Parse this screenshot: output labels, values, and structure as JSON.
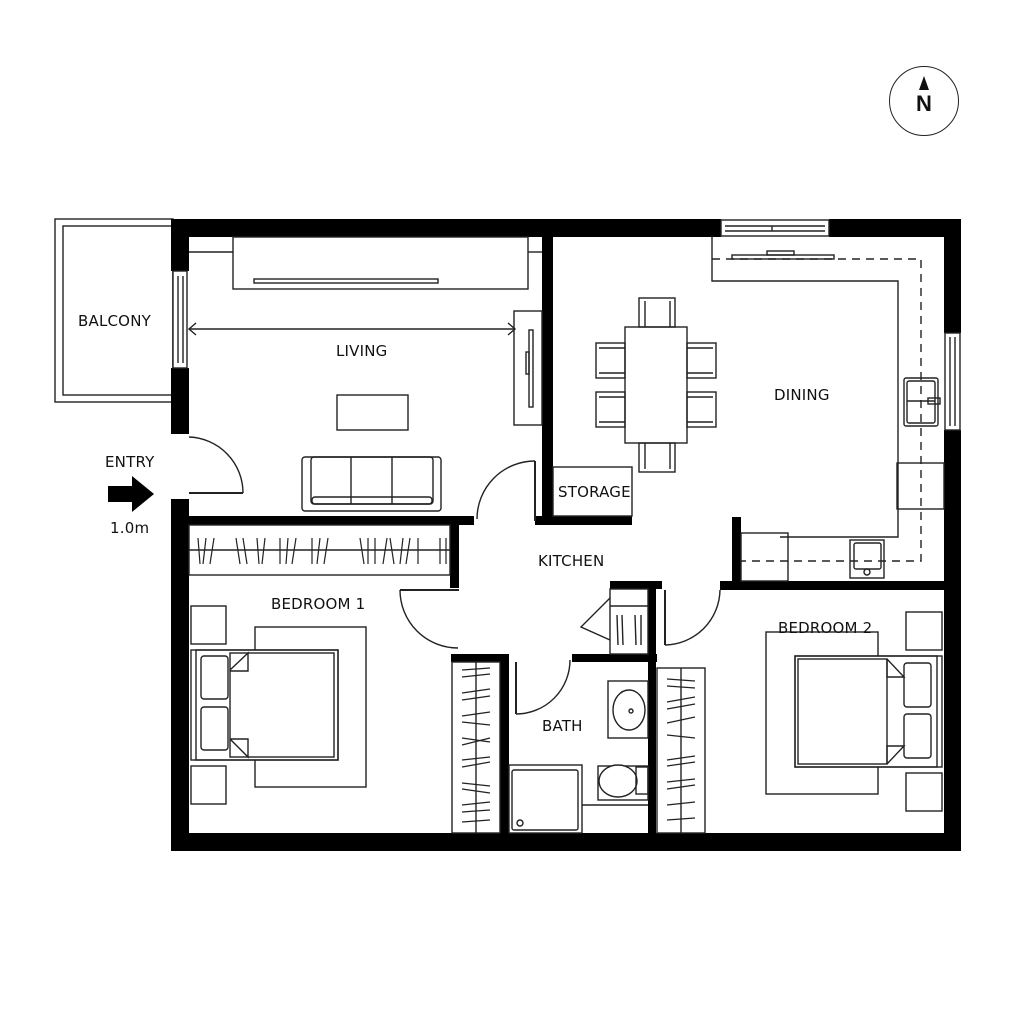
{
  "drawing": {
    "type": "floor-plan",
    "compass": {
      "label": "N",
      "direction": "north-up"
    },
    "entry": {
      "label": "ENTRY",
      "dimension": "1.0m"
    },
    "rooms": [
      {
        "id": "balcony",
        "label": "BALCONY"
      },
      {
        "id": "living",
        "label": "LIVING"
      },
      {
        "id": "dining",
        "label": "DINING"
      },
      {
        "id": "storage",
        "label": "STORAGE"
      },
      {
        "id": "kitchen",
        "label": "KITCHEN"
      },
      {
        "id": "bedroom1",
        "label": "BEDROOM 1"
      },
      {
        "id": "bath",
        "label": "BATH"
      },
      {
        "id": "bedroom2",
        "label": "BEDROOM 2"
      }
    ],
    "colors": {
      "wall": "#000000",
      "line": "#222222",
      "background": "#ffffff"
    }
  }
}
